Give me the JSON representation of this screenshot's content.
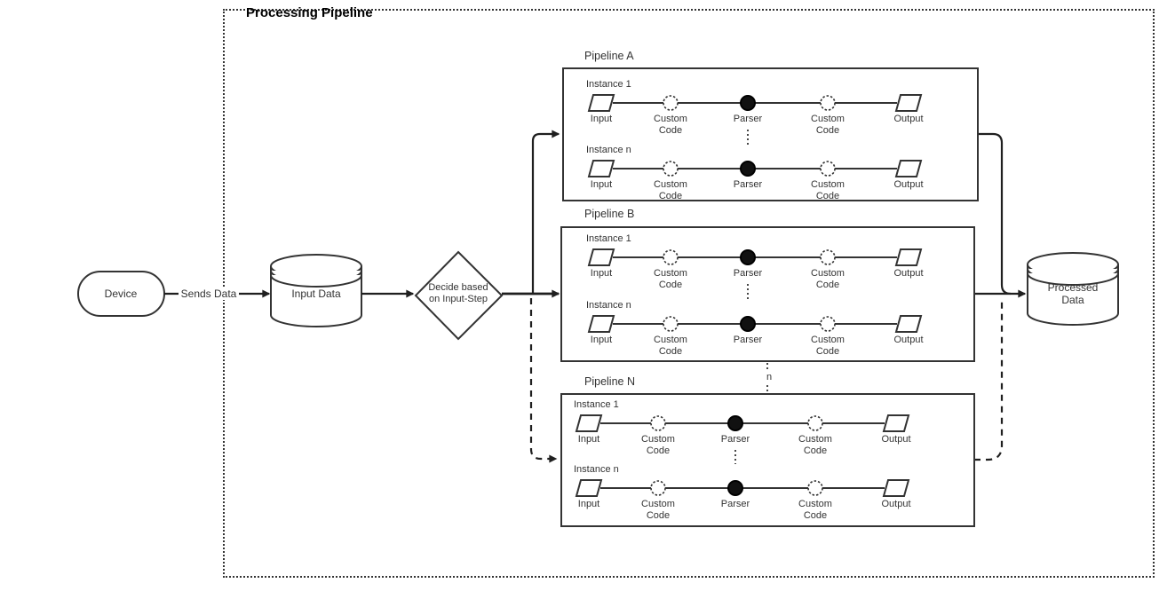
{
  "diagram": {
    "title": "Processing Pipeline",
    "device_label": "Device",
    "sends_data_label": "Sends Data",
    "input_data_label": "Input Data",
    "decision_lines": [
      "Decide based",
      "on Input-Step"
    ],
    "processed_data_label": "Processed Data",
    "pipelines_gap_label": "n",
    "pipelines": [
      {
        "title": "Pipeline A",
        "instances": [
          {
            "label": "Instance 1",
            "nodes": [
              "Input",
              "Custom Code",
              "Parser",
              "Custom Code",
              "Output"
            ]
          },
          {
            "label": "Instance n",
            "nodes": [
              "Input",
              "Custom Code",
              "Parser",
              "Custom Code",
              "Output"
            ]
          }
        ]
      },
      {
        "title": "Pipeline B",
        "instances": [
          {
            "label": "Instance 1",
            "nodes": [
              "Input",
              "Custom Code",
              "Parser",
              "Custom Code",
              "Output"
            ]
          },
          {
            "label": "Instance n",
            "nodes": [
              "Input",
              "Custom Code",
              "Parser",
              "Custom Code",
              "Output"
            ]
          }
        ]
      },
      {
        "title": "Pipeline N",
        "instances": [
          {
            "label": "Instance 1",
            "nodes": [
              "Input",
              "Custom Code",
              "Parser",
              "Custom Code",
              "Output"
            ]
          },
          {
            "label": "Instance n",
            "nodes": [
              "Input",
              "Custom Code",
              "Parser",
              "Custom Code",
              "Output"
            ]
          }
        ]
      }
    ],
    "colors": {
      "stroke": "#333333",
      "text": "#333333",
      "flow": "#1f1f1f",
      "background": "#ffffff"
    }
  }
}
